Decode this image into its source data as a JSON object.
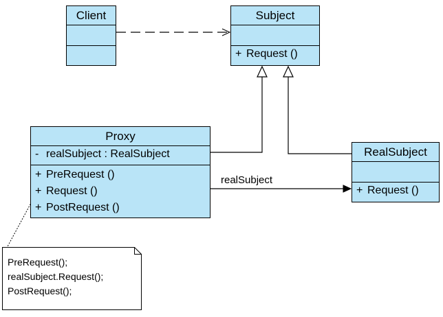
{
  "classes": {
    "client": {
      "name": "Client",
      "attributes": [],
      "operations": []
    },
    "subject": {
      "name": "Subject",
      "attributes": [],
      "operations": [
        {
          "visibility": "+",
          "text": "Request ()"
        }
      ]
    },
    "proxy": {
      "name": "Proxy",
      "attributes": [
        {
          "visibility": "-",
          "text": "realSubject  : RealSubject"
        }
      ],
      "operations": [
        {
          "visibility": "+",
          "text": "PreRequest ()"
        },
        {
          "visibility": "+",
          "text": "Request ()"
        },
        {
          "visibility": "+",
          "text": "PostRequest ()"
        }
      ]
    },
    "realsubject": {
      "name": "RealSubject",
      "attributes": [],
      "operations": [
        {
          "visibility": "+",
          "text": "Request ()"
        }
      ]
    }
  },
  "relationships": {
    "client_subject": "dependency",
    "proxy_subject": "generalization",
    "realsubject_subject": "generalization",
    "proxy_realsubject": {
      "type": "association",
      "label": "realSubject"
    }
  },
  "note": {
    "lines": [
      "PreRequest();",
      "realSubject.Request();",
      "PostRequest();"
    ]
  },
  "colors": {
    "class_fill": "#b9e4f7",
    "line": "#000000",
    "note_fill": "#ffffff"
  }
}
